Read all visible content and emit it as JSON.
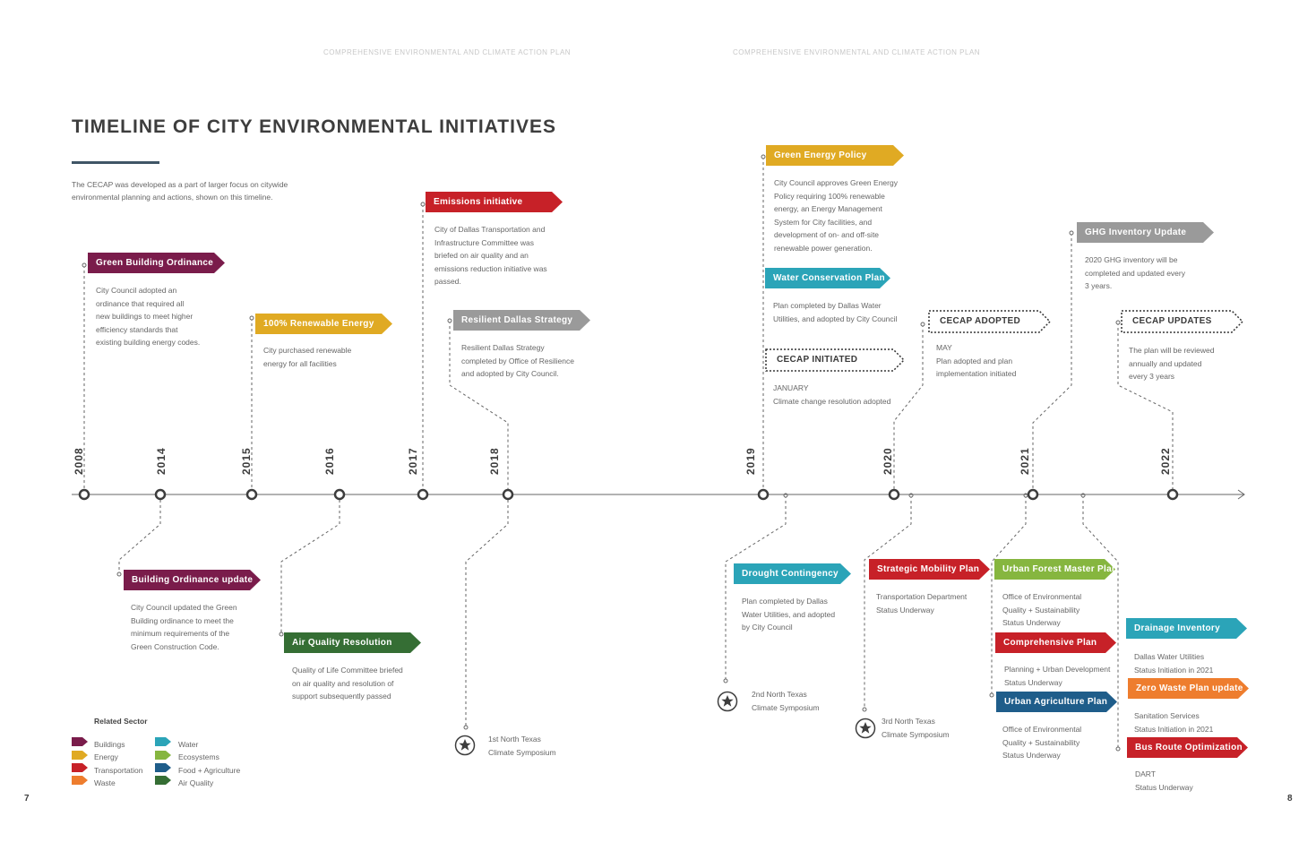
{
  "header": {
    "left": "COMPREHENSIVE ENVIRONMENTAL AND CLIMATE ACTION PLAN",
    "right": "COMPREHENSIVE ENVIRONMENTAL AND CLIMATE ACTION PLAN"
  },
  "title": "TIMELINE OF CITY ENVIRONMENTAL INITIATIVES",
  "intro": "The CECAP was developed as a part of larger focus on citywide environmental planning and actions, shown on this timeline.",
  "years": [
    "2008",
    "2014",
    "2015",
    "2016",
    "2017",
    "2018",
    "2019",
    "2020",
    "2021",
    "2022"
  ],
  "colors": {
    "buildings": "#7a1c4b",
    "energy": "#e0aa23",
    "transportation": "#c72128",
    "waste": "#ee7d2e",
    "water": "#2ba4b8",
    "ecosystems": "#86b63f",
    "food_agriculture": "#1f5d8a",
    "air_quality": "#356e34",
    "other": "#9a9a9a"
  },
  "events": {
    "green_building": {
      "label": "Green Building Ordinance",
      "desc": [
        "City Council adopted an",
        "ordinance that required all",
        "new buildings to meet higher",
        "efficiency standards that",
        "existing building energy codes."
      ]
    },
    "renewable": {
      "label": "100% Renewable Energy",
      "desc": [
        "City purchased renewable",
        "energy for all facilities"
      ]
    },
    "emissions": {
      "label": "Emissions initiative",
      "desc": [
        "City of Dallas Transportation and",
        "Infrastructure Committee was",
        "briefed on air quality and an",
        "emissions reduction initiative was",
        "passed."
      ]
    },
    "resilient": {
      "label": "Resilient Dallas Strategy",
      "desc": [
        "Resilient Dallas Strategy",
        "completed by Office of Resilience",
        "and adopted by City Council."
      ]
    },
    "green_energy": {
      "label": "Green Energy Policy",
      "desc": [
        "City Council approves Green Energy",
        "Policy requiring 100% renewable",
        "energy, an Energy Management",
        "System for City facilities, and",
        "development of on- and off-site",
        "renewable power generation."
      ]
    },
    "water_cons": {
      "label": "Water Conservation Plan",
      "desc": [
        "Plan completed by Dallas Water",
        "Utilities, and adopted by City Council"
      ]
    },
    "cecap_initiated": {
      "label": "CECAP INITIATED",
      "desc": [
        "JANUARY",
        "Climate change resolution adopted"
      ]
    },
    "cecap_adopted": {
      "label": "CECAP ADOPTED",
      "desc": [
        "MAY",
        "Plan adopted and plan",
        "implementation initiated"
      ]
    },
    "ghg": {
      "label": "GHG Inventory Update",
      "desc": [
        "2020 GHG inventory will be",
        "completed and updated every",
        "3 years."
      ]
    },
    "cecap_updates": {
      "label": "CECAP UPDATES",
      "desc": [
        "The plan will be reviewed",
        "annually and updated",
        "every 3 years"
      ]
    },
    "bldg_update": {
      "label": "Building Ordinance update",
      "desc": [
        "City Council updated the Green",
        "Building ordinance to meet the",
        "minimum requirements of the",
        "Green Construction Code."
      ]
    },
    "air_quality": {
      "label": "Air Quality Resolution",
      "desc": [
        "Quality of Life Committee briefed",
        "on air quality and resolution of",
        "support subsequently passed"
      ]
    },
    "symposium1": {
      "desc": [
        "1st North Texas",
        "Climate Symposium"
      ]
    },
    "drought": {
      "label": "Drought Contingency",
      "desc": [
        "Plan completed by Dallas",
        "Water Utilities, and adopted",
        "by City Council"
      ]
    },
    "symposium2": {
      "desc": [
        "2nd North Texas",
        "Climate Symposium"
      ]
    },
    "mobility": {
      "label": "Strategic Mobility Plan",
      "desc": [
        "Transportation Department",
        "Status Underway"
      ]
    },
    "symposium3": {
      "desc": [
        "3rd North Texas",
        "Climate Symposium"
      ]
    },
    "urban_forest": {
      "label": "Urban Forest Master Plan",
      "desc": [
        "Office of Environmental",
        "Quality + Sustainability",
        "Status Underway"
      ]
    },
    "comprehensive": {
      "label": "Comprehensive Plan",
      "desc": [
        "Planning + Urban Development",
        "Status Underway"
      ]
    },
    "urban_ag": {
      "label": "Urban Agriculture Plan",
      "desc": [
        "Office of Environmental",
        "Quality + Sustainability",
        "Status Underway"
      ]
    },
    "drainage": {
      "label": "Drainage Inventory",
      "desc": [
        "Dallas Water Utilities",
        "Status Initiation in 2021"
      ]
    },
    "zero_waste": {
      "label": "Zero Waste Plan update",
      "desc": [
        "Sanitation Services",
        "Status Initiation in 2021"
      ]
    },
    "bus_route": {
      "label": "Bus Route Optimization",
      "desc": [
        "DART",
        "Status Underway"
      ]
    }
  },
  "legend": {
    "title": "Related Sector",
    "items": [
      {
        "name": "Buildings",
        "color": "#7a1c4b"
      },
      {
        "name": "Energy",
        "color": "#e0aa23"
      },
      {
        "name": "Transportation",
        "color": "#c72128"
      },
      {
        "name": "Waste",
        "color": "#ee7d2e"
      },
      {
        "name": "Water",
        "color": "#2ba4b8"
      },
      {
        "name": "Ecosystems",
        "color": "#86b63f"
      },
      {
        "name": "Food + Agriculture",
        "color": "#1f5d8a"
      },
      {
        "name": "Air Quality",
        "color": "#356e34"
      }
    ]
  },
  "pages": {
    "left": "7",
    "right": "8"
  }
}
